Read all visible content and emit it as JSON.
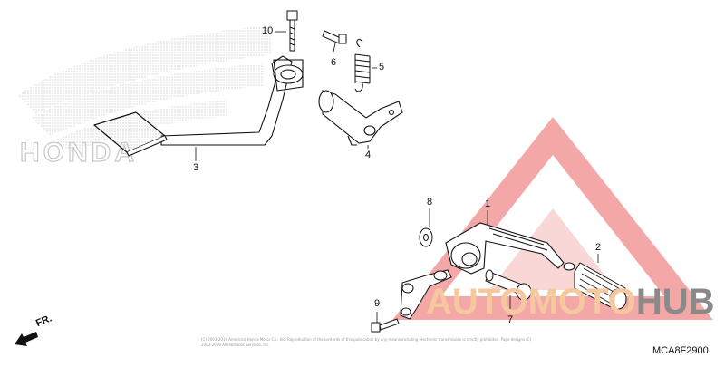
{
  "callouts": {
    "c1": "1",
    "c2": "2",
    "c3": "3",
    "c4": "4",
    "c5": "5",
    "c6": "6",
    "c7": "7",
    "c8": "8",
    "c9": "9",
    "c10": "10"
  },
  "direction_label": "FR.",
  "diagram_code": "MCA8F2900",
  "brand_logo_text": "HONDA",
  "watermark": {
    "part1": "AUTOMOTO",
    "part2": "HUB",
    "logo_color": "#f08a8a",
    "text_color_1": "#f5c8a0",
    "text_color_2": "#8a8a8a"
  },
  "copyright": "(C) 2003-2019 American Honda Motor Co., Inc. Reproduction of the contents of this publication by any means including electronic transmission is strictly prohibited. Page designs (C) 2003-2019 ARI Network Services, Inc."
}
